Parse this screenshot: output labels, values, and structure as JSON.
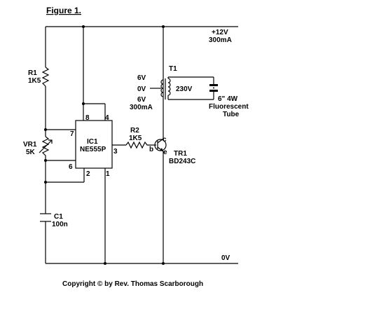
{
  "title": "Figure 1.",
  "copyright": "Copyright © by Rev. Thomas Scarborough",
  "supply": {
    "voltage": "+12V",
    "current": "300mA",
    "ground": "0V"
  },
  "components": {
    "r1": {
      "name": "R1",
      "value": "1K5"
    },
    "vr1": {
      "name": "VR1",
      "value": "5K"
    },
    "c1": {
      "name": "C1",
      "value": "100n"
    },
    "ic1": {
      "name": "IC1",
      "part": "NE555P",
      "pins": [
        "7",
        "6",
        "2",
        "8",
        "4",
        "3",
        "1"
      ]
    },
    "r2": {
      "name": "R2",
      "value": "1K5"
    },
    "tr1": {
      "name": "TR1",
      "part": "BD243C",
      "pins": [
        "b",
        "c",
        "e"
      ]
    },
    "t1": {
      "name": "T1",
      "primary_taps": [
        "6V",
        "0V",
        "6V"
      ],
      "primary_current": "300mA",
      "secondary": "230V"
    },
    "lamp": {
      "size": "6\" 4W",
      "line1": "Fluorescent",
      "line2": "Tube"
    }
  },
  "colors": {
    "wire": "#000000",
    "background": "#ffffff"
  }
}
